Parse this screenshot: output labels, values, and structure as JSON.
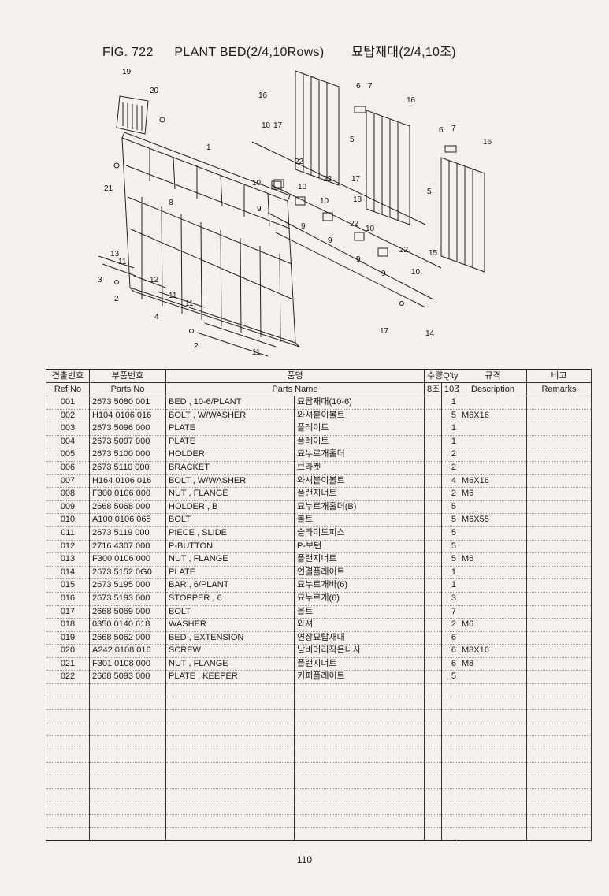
{
  "figure": {
    "number": "FIG. 722",
    "name_en": "PLANT BED(2/4,10Rows)",
    "name_ko": "묘탑재대(2/4,10조)"
  },
  "diagram": {
    "callouts": [
      "1",
      "2",
      "2",
      "3",
      "4",
      "5",
      "5",
      "6",
      "6",
      "7",
      "7",
      "8",
      "9",
      "9",
      "9",
      "9",
      "9",
      "10",
      "10",
      "10",
      "10",
      "10",
      "11",
      "11",
      "11",
      "11",
      "12",
      "13",
      "14",
      "15",
      "16",
      "16",
      "16",
      "17",
      "17",
      "17",
      "18",
      "18",
      "19",
      "20",
      "21",
      "22",
      "22",
      "22",
      "22"
    ]
  },
  "table": {
    "headers_ko": {
      "ref": "견출번호",
      "part_no": "부품번호",
      "name": "품명",
      "qty": "수량Q'ty",
      "spec": "규격",
      "remarks": "비고"
    },
    "headers_en": {
      "ref": "Ref.No",
      "part_no": "Parts No",
      "name": "Parts Name",
      "qty_8": "8조",
      "qty_10": "10조",
      "spec": "Description",
      "remarks": "Remarks"
    },
    "rows": [
      {
        "ref": "001",
        "part_no": "2673 5080 001",
        "name_en": "BED , 10-6/PLANT",
        "name_ko": "묘탑재대(10-6)",
        "qty8": "",
        "qty10": "1",
        "spec": "",
        "remarks": ""
      },
      {
        "ref": "002",
        "part_no": "H104 0106 016",
        "name_en": "BOLT , W/WASHER",
        "name_ko": "와셔붙이볼트",
        "qty8": "",
        "qty10": "5",
        "spec": "M6X16",
        "remarks": ""
      },
      {
        "ref": "003",
        "part_no": "2673 5096 000",
        "name_en": "PLATE",
        "name_ko": "플레이트",
        "qty8": "",
        "qty10": "1",
        "spec": "",
        "remarks": ""
      },
      {
        "ref": "004",
        "part_no": "2673 5097 000",
        "name_en": "PLATE",
        "name_ko": "플레이트",
        "qty8": "",
        "qty10": "1",
        "spec": "",
        "remarks": ""
      },
      {
        "ref": "005",
        "part_no": "2673 5100 000",
        "name_en": "HOLDER",
        "name_ko": "묘누르개홀더",
        "qty8": "",
        "qty10": "2",
        "spec": "",
        "remarks": ""
      },
      {
        "ref": "006",
        "part_no": "2673 5110 000",
        "name_en": "BRACKET",
        "name_ko": "브라켓",
        "qty8": "",
        "qty10": "2",
        "spec": "",
        "remarks": ""
      },
      {
        "ref": "007",
        "part_no": "H164 0106 016",
        "name_en": "BOLT , W/WASHER",
        "name_ko": "와셔붙이볼트",
        "qty8": "",
        "qty10": "4",
        "spec": "M6X16",
        "remarks": ""
      },
      {
        "ref": "008",
        "part_no": "F300 0106 000",
        "name_en": "NUT , FLANGE",
        "name_ko": "플랜지너트",
        "qty8": "",
        "qty10": "2",
        "spec": "M6",
        "remarks": ""
      },
      {
        "ref": "009",
        "part_no": "2668 5068 000",
        "name_en": "HOLDER , B",
        "name_ko": "묘누르개홀더(B)",
        "qty8": "",
        "qty10": "5",
        "spec": "",
        "remarks": ""
      },
      {
        "ref": "010",
        "part_no": "A100 0106 065",
        "name_en": "BOLT",
        "name_ko": "볼트",
        "qty8": "",
        "qty10": "5",
        "spec": "M6X55",
        "remarks": ""
      },
      {
        "ref": "011",
        "part_no": "2673 5119 000",
        "name_en": "PIECE , SLIDE",
        "name_ko": "슬라이드피스",
        "qty8": "",
        "qty10": "5",
        "spec": "",
        "remarks": ""
      },
      {
        "ref": "012",
        "part_no": "2716 4307 000",
        "name_en": "P-BUTTON",
        "name_ko": "P-보턴",
        "qty8": "",
        "qty10": "5",
        "spec": "",
        "remarks": ""
      },
      {
        "ref": "013",
        "part_no": "F300 0106 000",
        "name_en": "NUT , FLANGE",
        "name_ko": "플랜지너트",
        "qty8": "",
        "qty10": "5",
        "spec": "M6",
        "remarks": ""
      },
      {
        "ref": "014",
        "part_no": "2673 5152 0G0",
        "name_en": "PLATE",
        "name_ko": "연결플레이트",
        "qty8": "",
        "qty10": "1",
        "spec": "",
        "remarks": ""
      },
      {
        "ref": "015",
        "part_no": "2673 5195 000",
        "name_en": "BAR , 6/PLANT",
        "name_ko": "묘누르개바(6)",
        "qty8": "",
        "qty10": "1",
        "spec": "",
        "remarks": ""
      },
      {
        "ref": "016",
        "part_no": "2673 5193 000",
        "name_en": "STOPPER , 6",
        "name_ko": "묘누르개(6)",
        "qty8": "",
        "qty10": "3",
        "spec": "",
        "remarks": ""
      },
      {
        "ref": "017",
        "part_no": "2668 5069 000",
        "name_en": "BOLT",
        "name_ko": "볼트",
        "qty8": "",
        "qty10": "7",
        "spec": "",
        "remarks": ""
      },
      {
        "ref": "018",
        "part_no": "0350 0140 618",
        "name_en": "WASHER",
        "name_ko": "와셔",
        "qty8": "",
        "qty10": "2",
        "spec": "M6",
        "remarks": ""
      },
      {
        "ref": "019",
        "part_no": "2668 5062 000",
        "name_en": "BED , EXTENSION",
        "name_ko": "연장묘탑재대",
        "qty8": "",
        "qty10": "6",
        "spec": "",
        "remarks": ""
      },
      {
        "ref": "020",
        "part_no": "A242 0108 016",
        "name_en": "SCREW",
        "name_ko": "남비머리작은나사",
        "qty8": "",
        "qty10": "6",
        "spec": "M8X16",
        "remarks": ""
      },
      {
        "ref": "021",
        "part_no": "F301 0108 000",
        "name_en": "NUT , FLANGE",
        "name_ko": "플랜지너트",
        "qty8": "",
        "qty10": "6",
        "spec": "M8",
        "remarks": ""
      },
      {
        "ref": "022",
        "part_no": "2668 5093 000",
        "name_en": "PLATE , KEEPER",
        "name_ko": "키퍼플레이트",
        "qty8": "",
        "qty10": "5",
        "spec": "",
        "remarks": ""
      }
    ]
  },
  "page_number": "110"
}
